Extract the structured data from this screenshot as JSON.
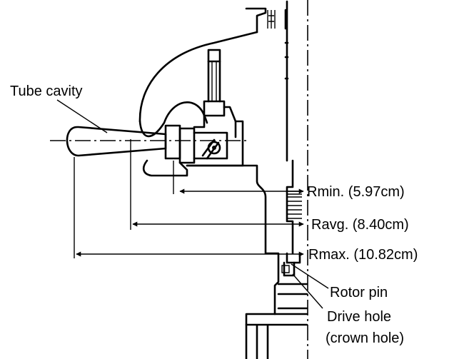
{
  "labels": {
    "tube_cavity": "Tube cavity",
    "rmin": "Rmin. (5.97cm)",
    "ravg": "Ravg. (8.40cm)",
    "rmax": "Rmax. (10.82cm)",
    "rotor_pin": "Rotor pin",
    "drive_hole_line1": "Drive hole",
    "drive_hole_line2": "(crown hole)"
  }
}
